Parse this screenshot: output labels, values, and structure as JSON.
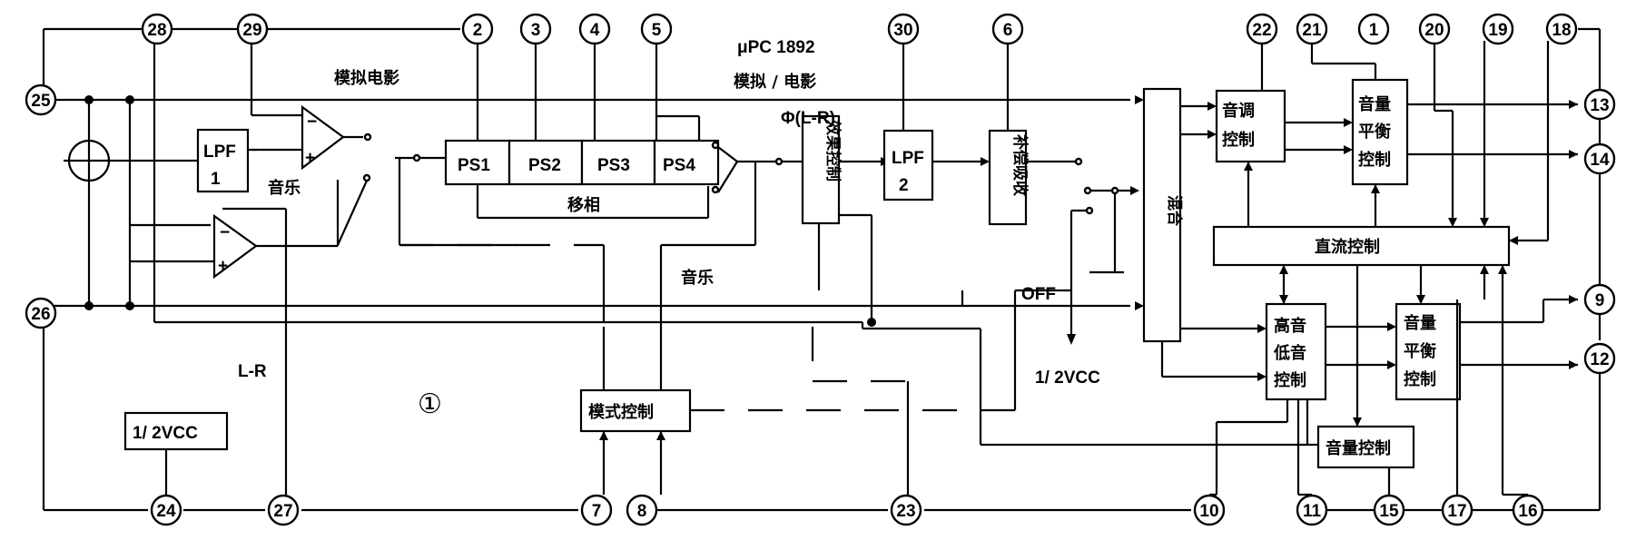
{
  "chip": {
    "title": "μPC  1892"
  },
  "labels": {
    "analog_movie_1": "模拟电影",
    "analog_movie_2": "模拟 / 电影",
    "music_1": "音乐",
    "music_2": "音乐",
    "phase_shift": "移相",
    "phi_lr": "Φ(L-R)",
    "off": "OFF",
    "half_vcc_mid": "1/ 2VCC",
    "lr": "L-R",
    "circle_one": "①"
  },
  "blocks": {
    "lpf1_a": "LPF",
    "lpf1_b": "1",
    "ps1": "PS1",
    "ps2": "PS2",
    "ps3": "PS3",
    "ps4": "PS4",
    "effect_ctrl": "效果控制",
    "lpf2_a": "LPF",
    "lpf2_b": "2",
    "comp_absorb": "补偿吸收",
    "mix": "混合",
    "tone_a": "音调",
    "tone_b": "控制",
    "bal1_a": "音量",
    "bal1_b": "平衡",
    "bal1_c": "控制",
    "dc_ctrl": "直流控制",
    "treble_a": "高音",
    "treble_b": "低音",
    "treble_c": "控制",
    "bal2_a": "音量",
    "bal2_b": "平衡",
    "bal2_c": "控制",
    "volume_ctrl": "音量控制",
    "mode_ctrl": "模式控制",
    "half_vcc_block": "1/ 2VCC",
    "opamp_minus": "−",
    "opamp_plus": "+"
  },
  "pins": {
    "p1": "1",
    "p2": "2",
    "p3": "3",
    "p4": "4",
    "p5": "5",
    "p6": "6",
    "p7": "7",
    "p8": "8",
    "p9": "9",
    "p10": "10",
    "p11": "11",
    "p12": "12",
    "p13": "13",
    "p14": "14",
    "p15": "15",
    "p16": "16",
    "p17": "17",
    "p18": "18",
    "p19": "19",
    "p20": "20",
    "p21": "21",
    "p22": "22",
    "p23": "23",
    "p24": "24",
    "p25": "25",
    "p26": "26",
    "p27": "27",
    "p28": "28",
    "p29": "29",
    "p30": "30"
  }
}
